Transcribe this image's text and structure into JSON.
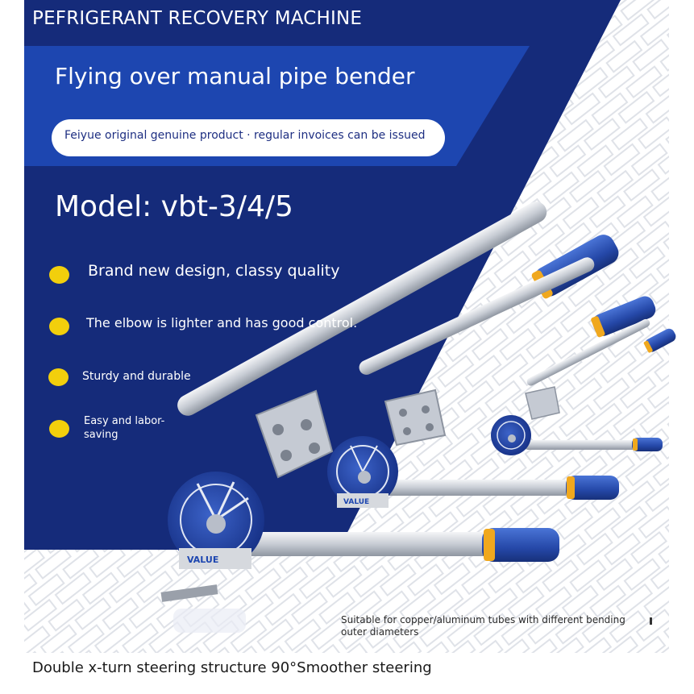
{
  "header": {
    "title": "PEFRIGERANT RECOVERY MACHINE"
  },
  "banner": {
    "title": "Flying over manual pipe bender",
    "tagline": "Feiyue original genuine product · regular invoices can be issued"
  },
  "model": "Model: vbt-3/4/5",
  "features": [
    "Brand new design, classy quality",
    "The elbow is lighter and has good control.",
    "Sturdy and durable",
    "Easy and labor-",
    "saving"
  ],
  "product_brand_mark": "VALUE",
  "caption": {
    "line1": "Suitable for copper/aluminum tubes with different bending",
    "line2": "outer diameters"
  },
  "footer": "Double x-turn steering structure 90°Smoother steering",
  "colors": {
    "navy": "#152b7a",
    "royal_blue": "#1d46b0",
    "bullet_yellow": "#f2cf0c",
    "handle_blue": "#2d55b8",
    "handle_ring": "#f0a81e"
  }
}
